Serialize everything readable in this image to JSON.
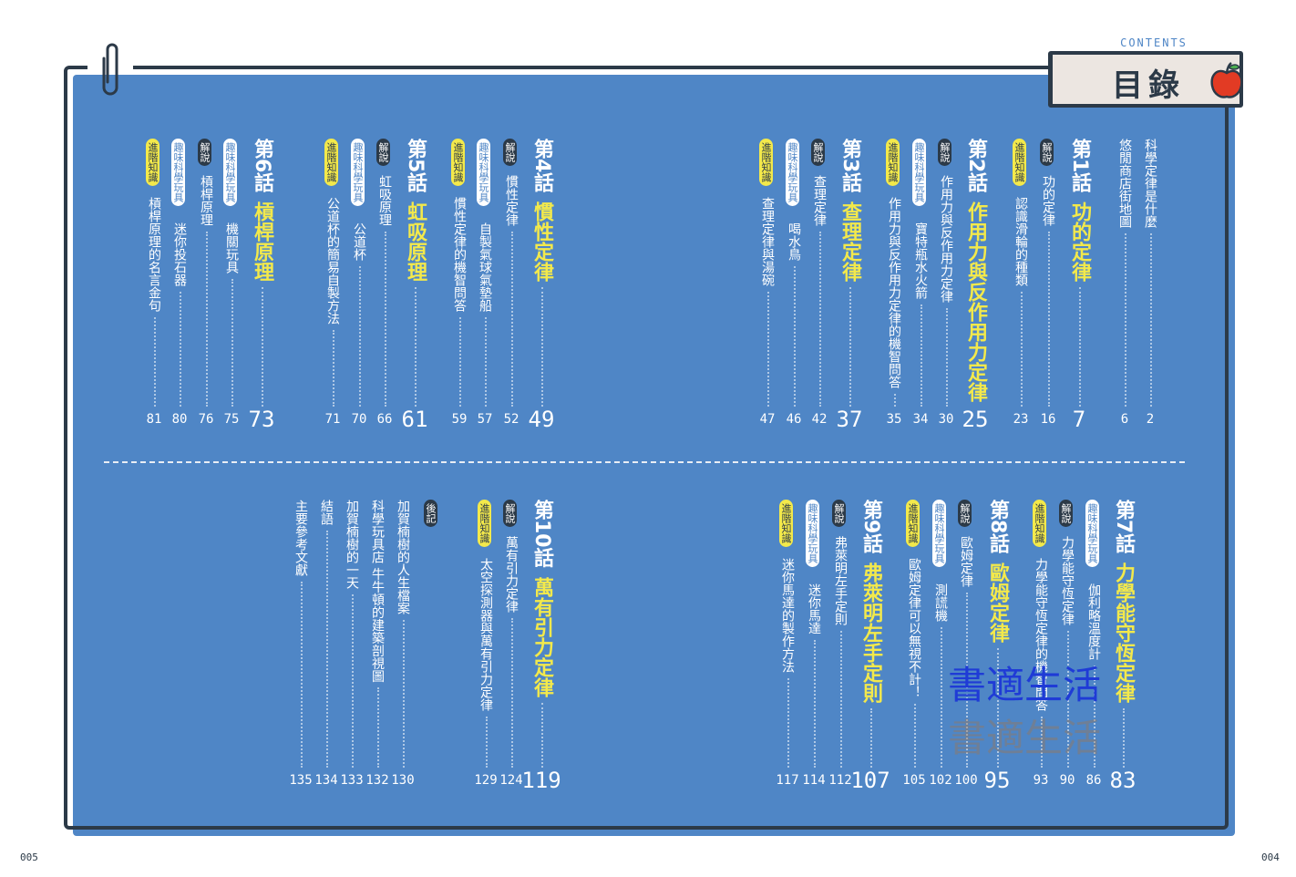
{
  "header": {
    "contents_label": "CONTENTS",
    "title": "目錄"
  },
  "folios": {
    "left": "005",
    "right": "004"
  },
  "watermark": "書適生活",
  "colors": {
    "panel": "#4f86c6",
    "accent_yellow": "#f3e94b",
    "frame": "#2c3a48"
  },
  "tags": {
    "jieshuo": "解說",
    "fun_toy": "趣味科學玩具",
    "advanced": "進階知識",
    "afterword": "後記"
  },
  "front": {
    "intro": {
      "text": "科學定律是什麼",
      "page": "2"
    },
    "map": {
      "text": "悠閒商店街地圖",
      "page": "6"
    }
  },
  "chapters": [
    {
      "ep": "第1話",
      "title": "功的定律",
      "page": "7",
      "items": [
        {
          "text": "功的定律",
          "page": "16"
        },
        {
          "text": "認識滑輪的種類",
          "page": "23"
        }
      ]
    },
    {
      "ep": "第2話",
      "title": "作用力與反作用力定律",
      "page": "25",
      "items": [
        {
          "text": "作用力與反作用力定律",
          "page": "30"
        },
        {
          "text": "寶特瓶水火箭",
          "page": "34"
        },
        {
          "text": "作用力與反作用力定律的機智問答",
          "page": "35"
        }
      ]
    },
    {
      "ep": "第3話",
      "title": "查理定律",
      "page": "37",
      "items": [
        {
          "text": "查理定律",
          "page": "42"
        },
        {
          "text": "喝水鳥",
          "page": "46"
        },
        {
          "text": "查理定律與湯碗",
          "page": "47"
        }
      ]
    },
    {
      "ep": "第4話",
      "title": "慣性定律",
      "page": "49",
      "items": [
        {
          "text": "慣性定律",
          "page": "52"
        },
        {
          "text": "自製氣球氣墊船",
          "page": "57"
        },
        {
          "text": "慣性定律的機智問答",
          "page": "59"
        }
      ]
    },
    {
      "ep": "第5話",
      "title": "虹吸原理",
      "page": "61",
      "items": [
        {
          "text": "虹吸原理",
          "page": "66"
        },
        {
          "text": "公道杯",
          "page": "70"
        },
        {
          "text": "公道杯的簡易自製方法",
          "page": "71"
        }
      ]
    },
    {
      "ep": "第6話",
      "title": "槓桿原理",
      "page": "73",
      "items": [
        {
          "text": "機關玩具",
          "page": "75"
        },
        {
          "text": "槓桿原理",
          "page": "76"
        },
        {
          "text": "迷你投石器",
          "page": "80"
        },
        {
          "text": "槓桿原理的名言金句",
          "page": "81"
        }
      ]
    },
    {
      "ep": "第7話",
      "title": "力學能守恆定律",
      "page": "83",
      "items": [
        {
          "text": "伽利略溫度計",
          "page": "86"
        },
        {
          "text": "力學能守恆定律",
          "page": "90"
        },
        {
          "text": "力學能守恆定律的機智問答",
          "page": "93"
        }
      ]
    },
    {
      "ep": "第8話",
      "title": "歐姆定律",
      "page": "95",
      "items": [
        {
          "text": "歐姆定律",
          "page": "100"
        },
        {
          "text": "測謊機",
          "page": "102"
        },
        {
          "text": "歐姆定律可以無視不計！",
          "page": "105"
        }
      ]
    },
    {
      "ep": "第9話",
      "title": "弗萊明左手定則",
      "page": "107",
      "items": [
        {
          "text": "弗萊明左手定則",
          "page": "112"
        },
        {
          "text": "迷你馬達",
          "page": "114"
        },
        {
          "text": "迷你馬達的製作方法",
          "page": "117"
        }
      ]
    },
    {
      "ep": "第10話",
      "title": "萬有引力定律",
      "page": "119",
      "items": [
        {
          "text": "萬有引力定律",
          "page": "124"
        },
        {
          "text": "太空探測器與萬有引力定律",
          "page": "129"
        }
      ]
    }
  ],
  "back": [
    {
      "text": "加賀楠樹的人生檔案",
      "page": "130"
    },
    {
      "text": "科學玩具店 牛牛頓的建築剖視圖",
      "page": "132"
    },
    {
      "text": "加賀楠樹的一天",
      "page": "133"
    },
    {
      "text": "結語",
      "page": "134"
    },
    {
      "text": "主要參考文獻",
      "page": "135"
    }
  ]
}
